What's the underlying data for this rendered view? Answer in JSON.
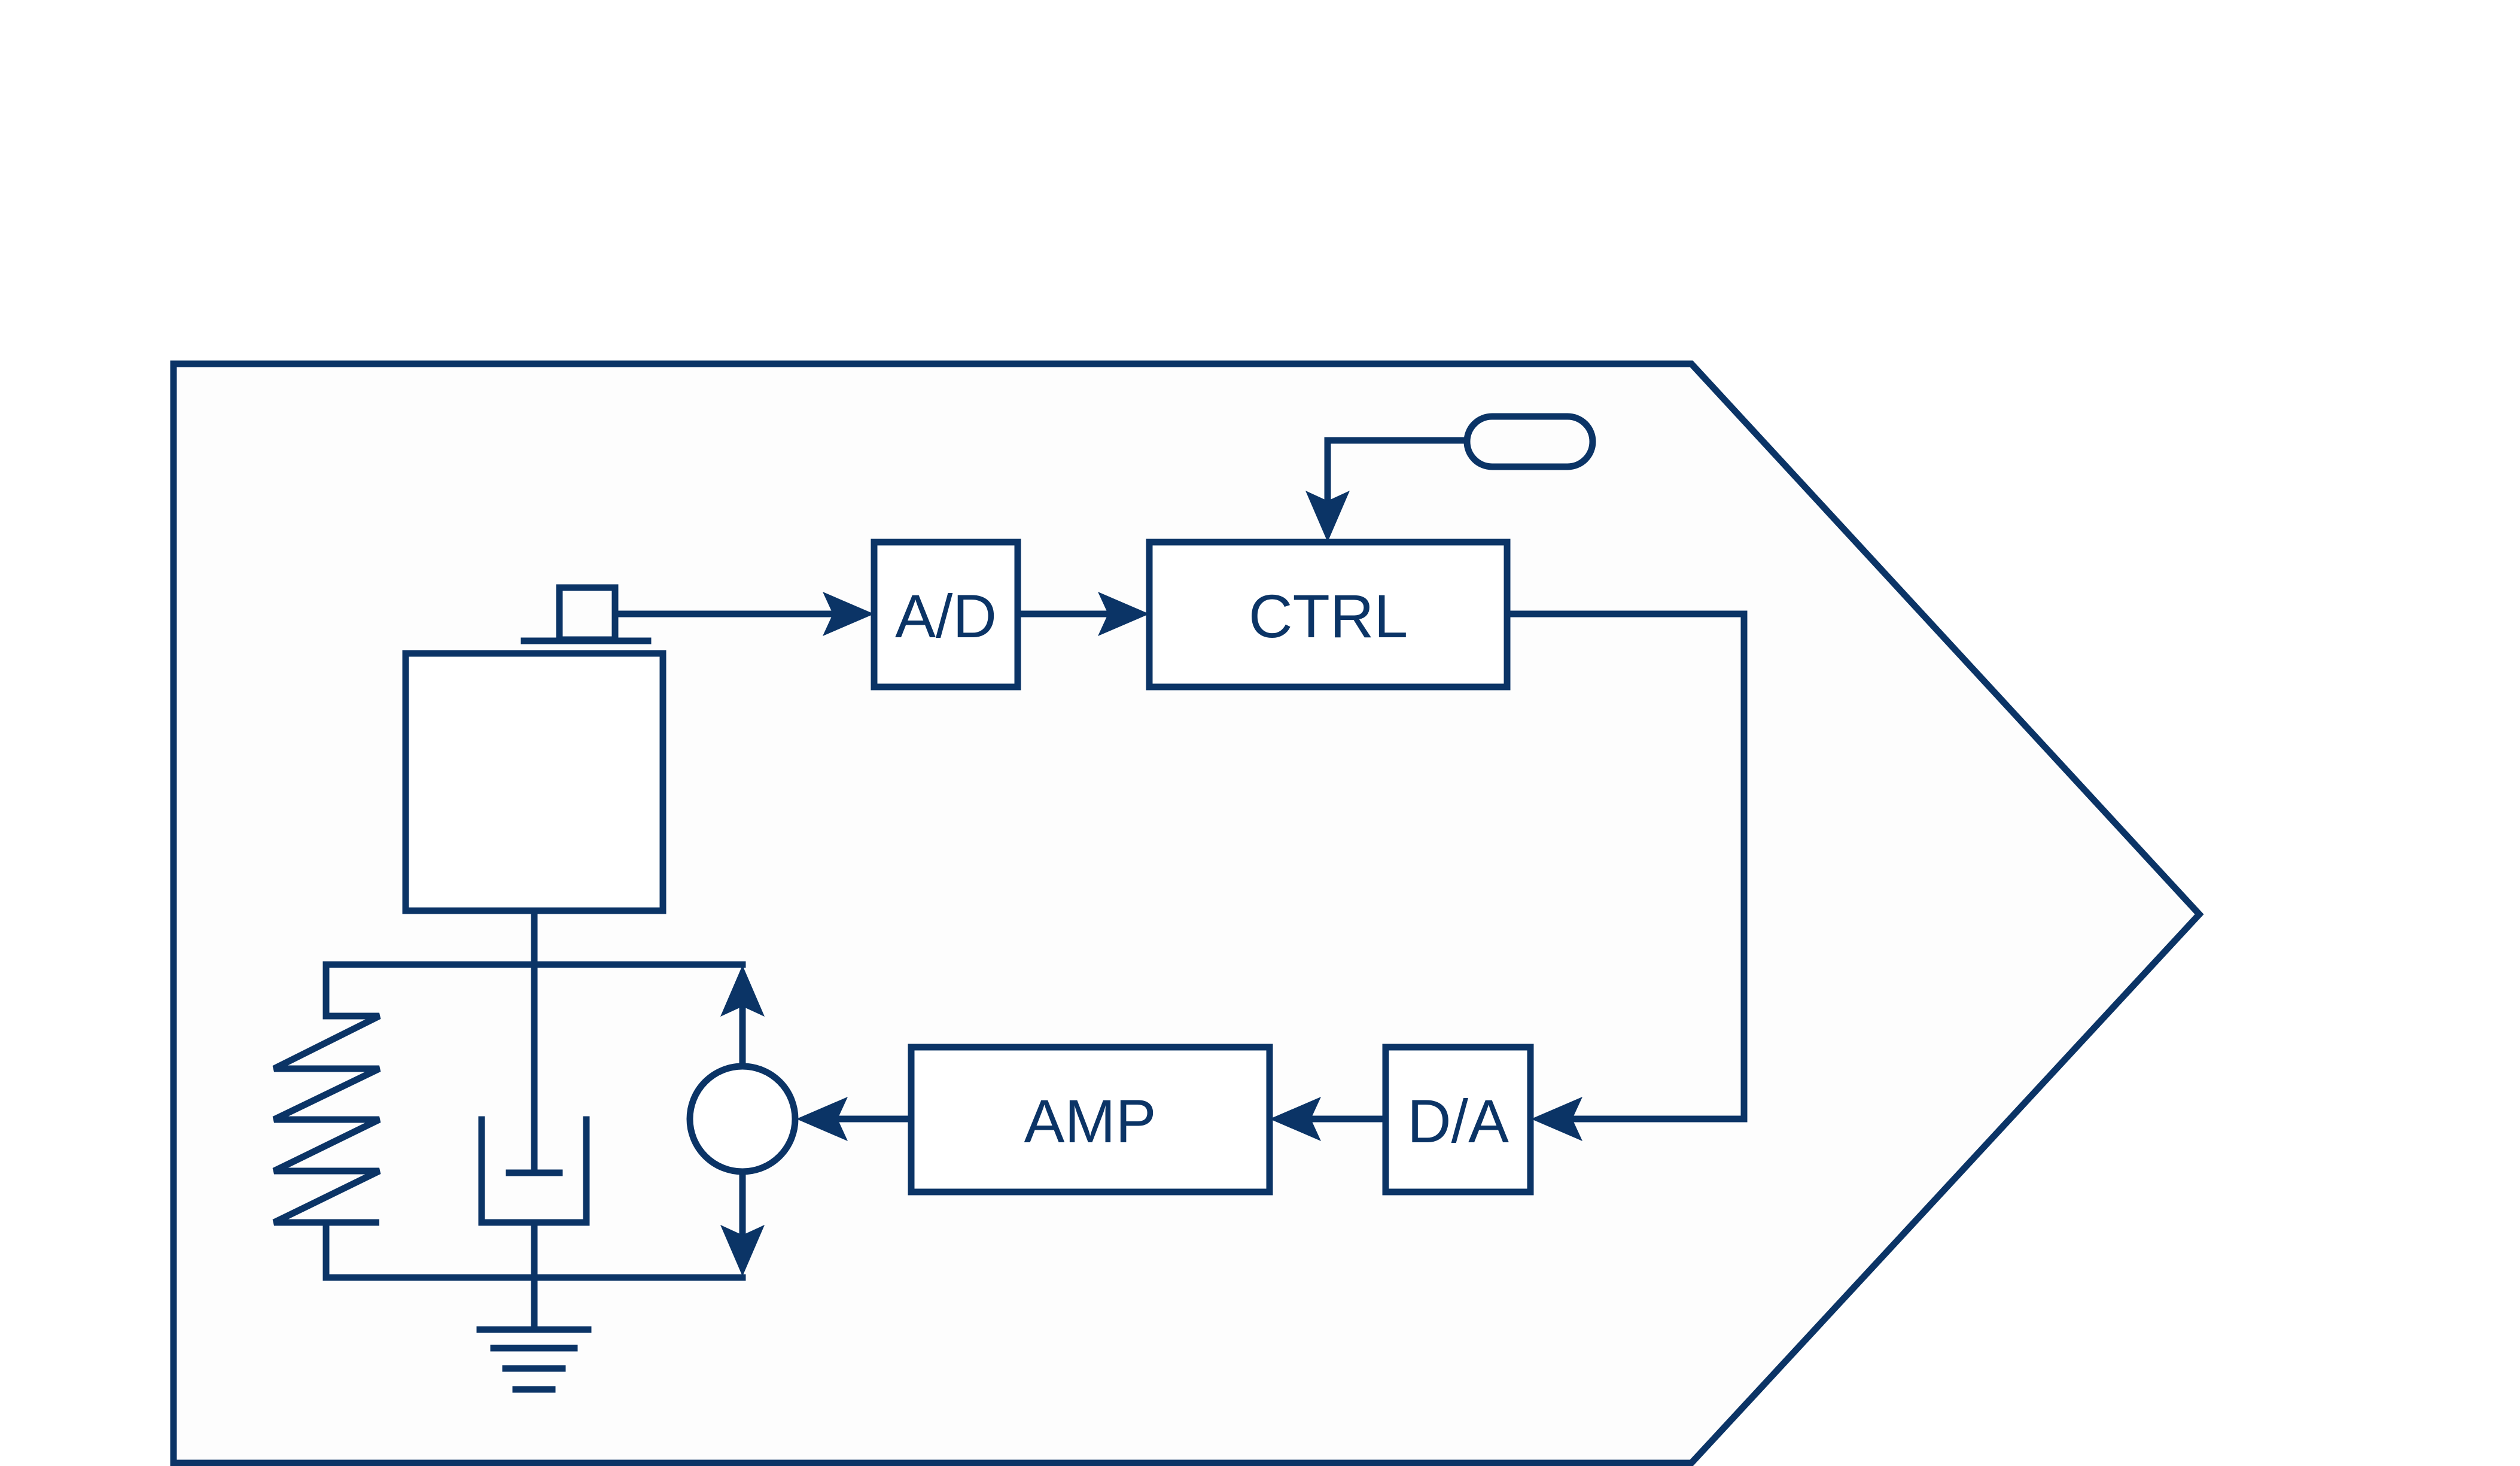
{
  "colors": {
    "stroke": "#0b3466",
    "panel_fill": "#fdfdfd",
    "background": "#ffffff"
  },
  "blocks": {
    "ad": {
      "label": "A/D"
    },
    "ctrl": {
      "label": "CTRL"
    },
    "amp": {
      "label": "AMP"
    },
    "da": {
      "label": "D/A"
    }
  },
  "icons": {
    "sensor": "sensor-icon",
    "setpoint": "setpoint-input-icon",
    "actuator": "actuator-circle-icon",
    "spring": "spring-icon",
    "damper": "damper-icon",
    "ground": "ground-icon",
    "mass": "mass-block-icon"
  }
}
